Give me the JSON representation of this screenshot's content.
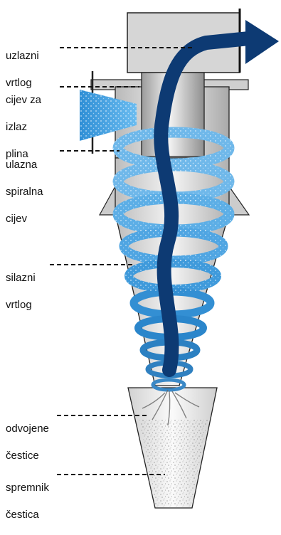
{
  "labels": {
    "upward_vortex": [
      "uzlazni",
      "vrtlog"
    ],
    "gas_outlet_pipe": [
      "cijev za",
      "izlaz",
      "plina"
    ],
    "spiral_inlet_pipe": [
      "ulazna",
      "spiralna",
      "cijev"
    ],
    "downward_vortex": [
      "silazni",
      "vrtlog"
    ],
    "separated_particles": [
      "odvojene",
      "čestice"
    ],
    "particle_hopper": [
      "spremnik",
      "čestica"
    ]
  },
  "colors": {
    "body_fill": "#dcdcdc",
    "body_stroke": "#222222",
    "spiral_light": "#8cc8ee",
    "spiral_dark": "#1e6fb0",
    "upward_arrow": "#0d3a73",
    "inlet_flow": "#3fa2e0"
  }
}
